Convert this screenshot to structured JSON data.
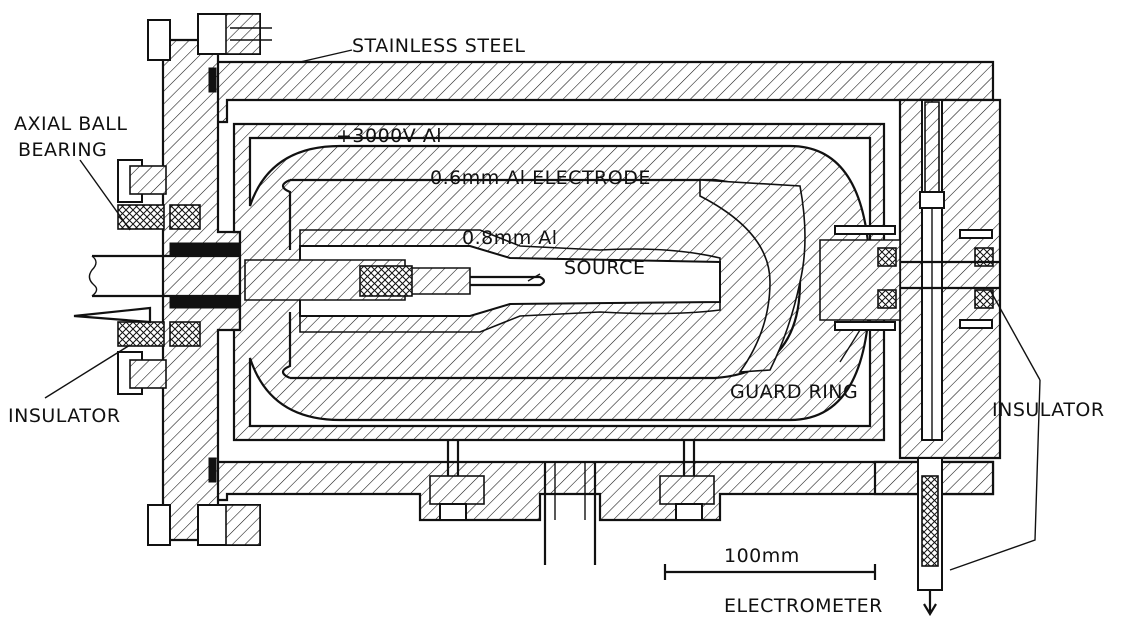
{
  "labels": {
    "stainless_steel": "STAINLESS STEEL",
    "axial_ball": "AXIAL BALL",
    "bearing": "BEARING",
    "voltage_al": "+3000V Al",
    "electrode": "0.6mm Al ELECTRODE",
    "thin_al": "0.8mm Al",
    "source": "SOURCE",
    "guard_ring": "GUARD RING",
    "insulator_left": "INSULATOR",
    "insulator_right": "INSULATOR",
    "scale": "100mm",
    "electrometer": "ELECTROMETER"
  },
  "colors": {
    "ink": "#111111",
    "paper": "#ffffff"
  }
}
